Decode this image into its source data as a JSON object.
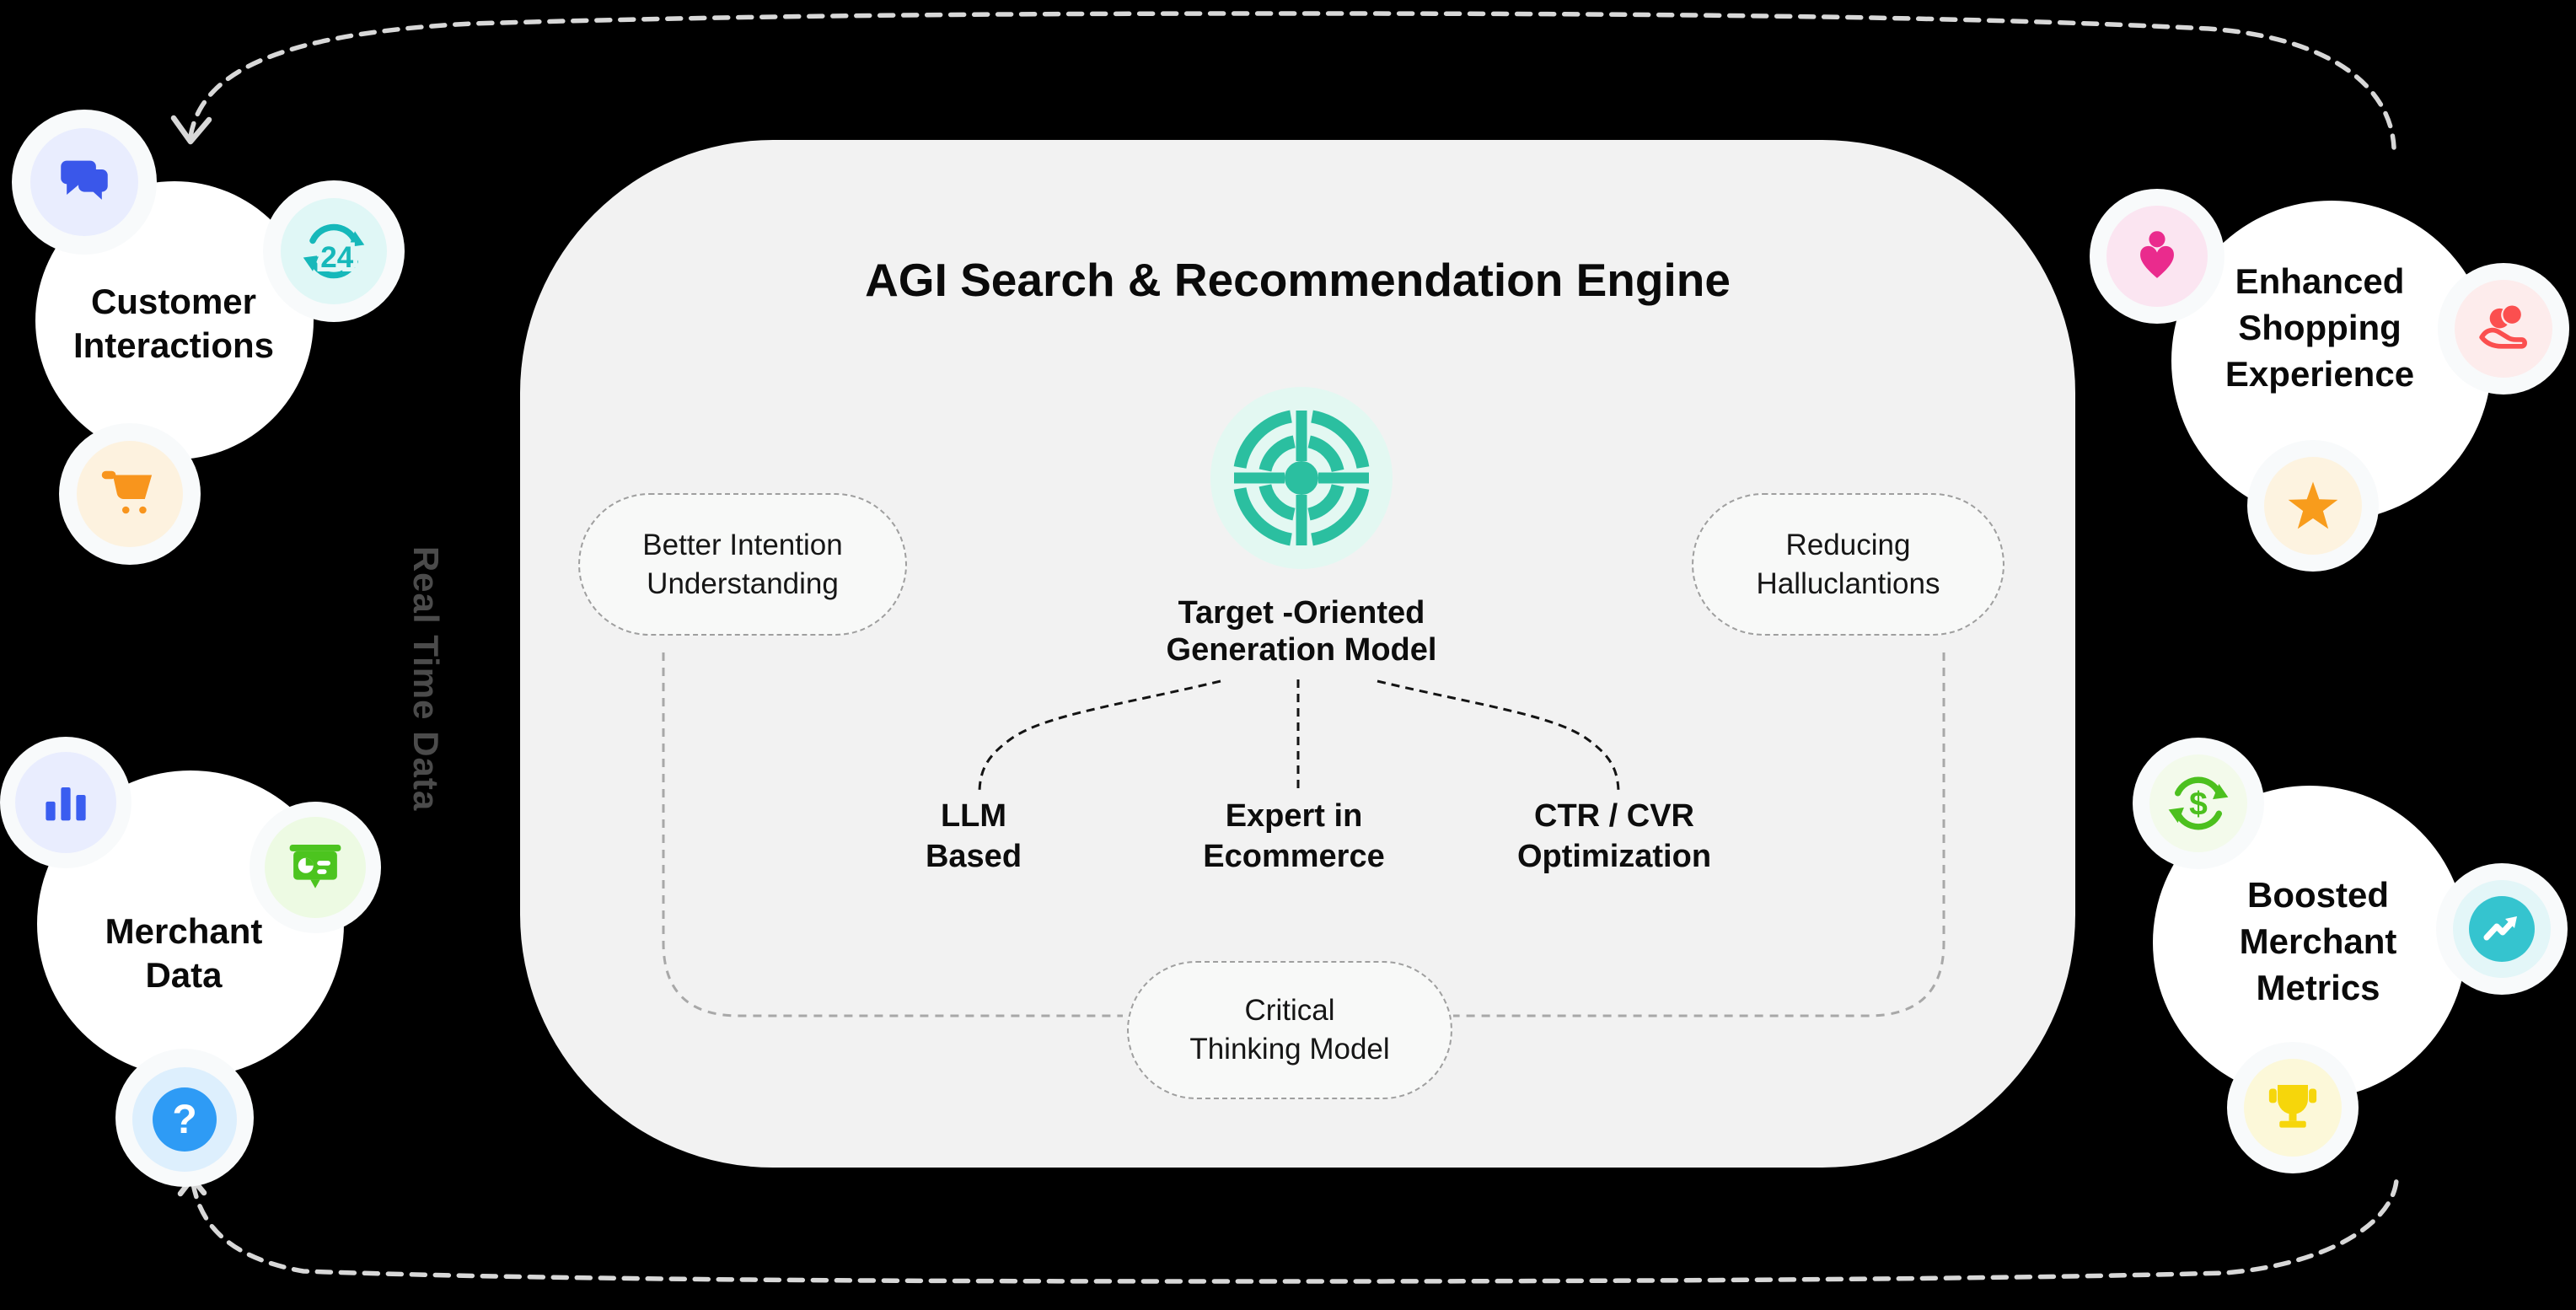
{
  "canvas": {
    "background": "#000000"
  },
  "engine_panel": {
    "title": "AGI Search & Recommendation Engine",
    "bg_color": "#f2f2f2",
    "center_model": {
      "icon": "target-icon",
      "icon_color": "#2bbfa0",
      "icon_bg": "#e3f8f2",
      "caption_line1": "Target -Oriented",
      "caption_line2": "Generation Model"
    },
    "pills": {
      "better_intention": {
        "line1": "Better Intention",
        "line2": "Understanding"
      },
      "reducing_hallucinations": {
        "line1": "Reducing",
        "line2": "Halluclantions"
      },
      "critical_thinking": {
        "line1": "Critical",
        "line2": "Thinking Model"
      }
    },
    "branches": {
      "llm_based": {
        "line1": "LLM",
        "line2": "Based"
      },
      "expert_ecommerce": {
        "line1": "Expert in",
        "line2": "Ecommerce"
      },
      "ctr_cvr": {
        "line1": "CTR / CVR",
        "line2": "Optimization"
      }
    }
  },
  "side_label": {
    "text": "Real Time Data",
    "color": "#4b4b4b"
  },
  "clusters": {
    "customer_interactions": {
      "title": {
        "line1": "Customer",
        "line2": "Interactions"
      },
      "satellites": [
        {
          "icon": "chat-bubbles-icon",
          "color": "#3a57ea",
          "bg": "#e9edfe"
        },
        {
          "icon": "refresh-24h-icon",
          "color": "#16b8ba",
          "bg": "#e0f7f6",
          "label": "24"
        },
        {
          "icon": "shopping-cart-icon",
          "color": "#f8951d",
          "bg": "#fdf2df"
        }
      ]
    },
    "enhanced_shopping": {
      "title": {
        "line1": "Enhanced",
        "line2": "Shopping",
        "line3": "Experience"
      },
      "satellites": [
        {
          "icon": "person-heart-icon",
          "color": "#ea2b8d",
          "bg": "#fbe5f1"
        },
        {
          "icon": "customer-care-icon",
          "color": "#fb4f4f",
          "bg": "#fdecec"
        },
        {
          "icon": "star-icon",
          "color": "#f89c1c",
          "bg": "#fdf3e0"
        }
      ]
    },
    "merchant_data": {
      "title": {
        "line1": "Merchant",
        "line2": "Data"
      },
      "satellites": [
        {
          "icon": "bar-chart-icon",
          "color": "#3a5df0",
          "bg": "#e9edfe"
        },
        {
          "icon": "presentation-chart-icon",
          "color": "#4cc41f",
          "bg": "#edfae3"
        },
        {
          "icon": "question-mark-icon",
          "color": "#2e9bf5",
          "bg": "#ddeffd",
          "label": "?"
        }
      ]
    },
    "boosted_metrics": {
      "title": {
        "line1": "Boosted",
        "line2": "Merchant",
        "line3": "Metrics"
      },
      "satellites": [
        {
          "icon": "dollar-refresh-icon",
          "color": "#4cc01e",
          "bg": "#f3faeb",
          "label": "$"
        },
        {
          "icon": "trend-up-icon",
          "color": "#35c4cf",
          "bg": "#e3f6f8"
        },
        {
          "icon": "trophy-icon",
          "color": "#f6d60b",
          "bg": "#fcf8d9"
        }
      ]
    }
  },
  "connectors": {
    "outer_arc_color": "#d8d8d8",
    "inner_loop_color": "#a8a8a8",
    "branch_color": "#141414"
  }
}
